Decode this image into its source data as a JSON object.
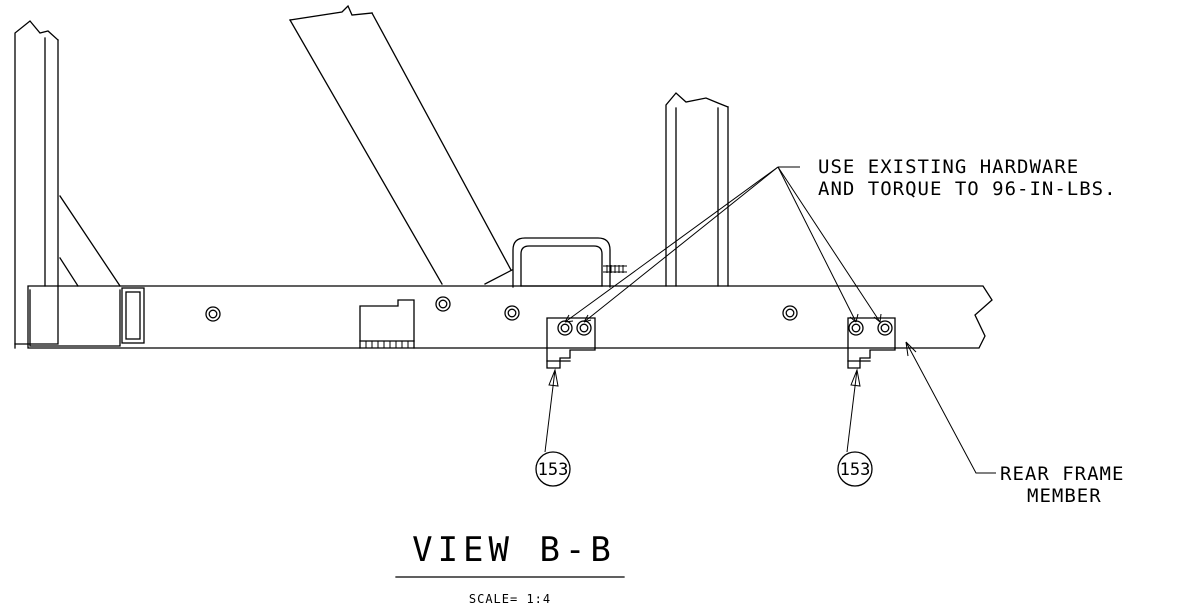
{
  "notes": {
    "hardware_line1": "USE EXISTING HARDWARE",
    "hardware_line2": "AND TORQUE TO 96-IN-LBS.",
    "frame_line1": "REAR FRAME",
    "frame_line2": "MEMBER"
  },
  "balloons": [
    {
      "label": "153"
    },
    {
      "label": "153"
    }
  ],
  "view": {
    "title": "VIEW B-B",
    "scale": "SCALE= 1:4"
  }
}
